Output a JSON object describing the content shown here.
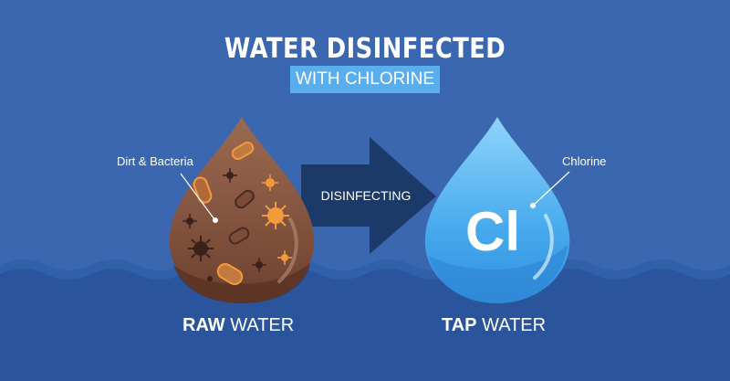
{
  "header": {
    "title": "WATER DISINFECTED",
    "subtitle": "WITH CHLORINE"
  },
  "raw_drop": {
    "annotation": "Dirt & Bacteria",
    "caption_bold": "RAW",
    "caption_rest": " WATER"
  },
  "process": {
    "label": "DISINFECTING"
  },
  "tap_drop": {
    "annotation": "Chlorine",
    "symbol": "Cl",
    "caption_bold": "TAP",
    "caption_rest": " WATER"
  },
  "colors": {
    "background": "#3a67b0",
    "sea": "#2a559d",
    "arrow": "#1c3a69",
    "raw_drop": "#8a5a45",
    "tap_drop": "#4fb2ef",
    "accent": "#5aaeee",
    "bacteria_orange": "#f39a3c"
  }
}
